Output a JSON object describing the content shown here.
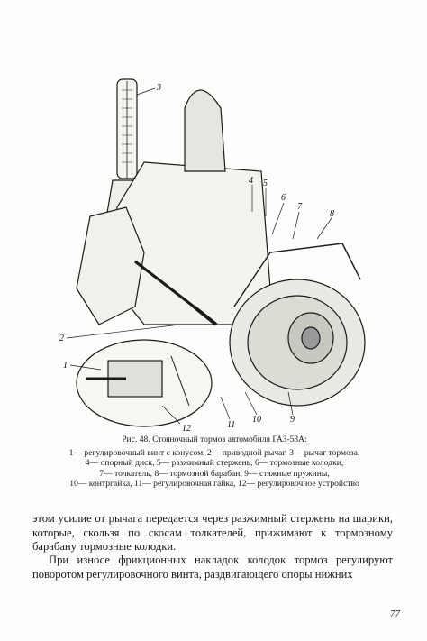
{
  "figure": {
    "callouts": [
      "3",
      "4",
      "5",
      "6",
      "7",
      "8",
      "2",
      "1",
      "12",
      "11",
      "10",
      "9"
    ]
  },
  "caption": {
    "title": "Рис. 48. Стояночный тормоз автомобиля ГАЗ-53А:",
    "legend": [
      "1— регулировочный винт с конусом, 2— приводной рычаг, 3— рычаг тормоза,",
      "4— опорный диск, 5— разжимный стержень, 6— тормозные колодки,",
      "7— толкатель, 8— тормозной барабан, 9— стяжные пружины,",
      "10— контргайка, 11— регулировочная гайка, 12— регулировочное устройство"
    ]
  },
  "body": {
    "paragraph1": "этом усилие от рычага передается через разжимный стержень на шарики, которые, скользя по скосам толкателей, прижимают к тормозному барабану тормозные колодки.",
    "paragraph2": "При износе фрикционных накладок колодок тормоз регулируют поворотом регулировочного винта, раздвигающего опоры нижних"
  },
  "page_number": "77"
}
